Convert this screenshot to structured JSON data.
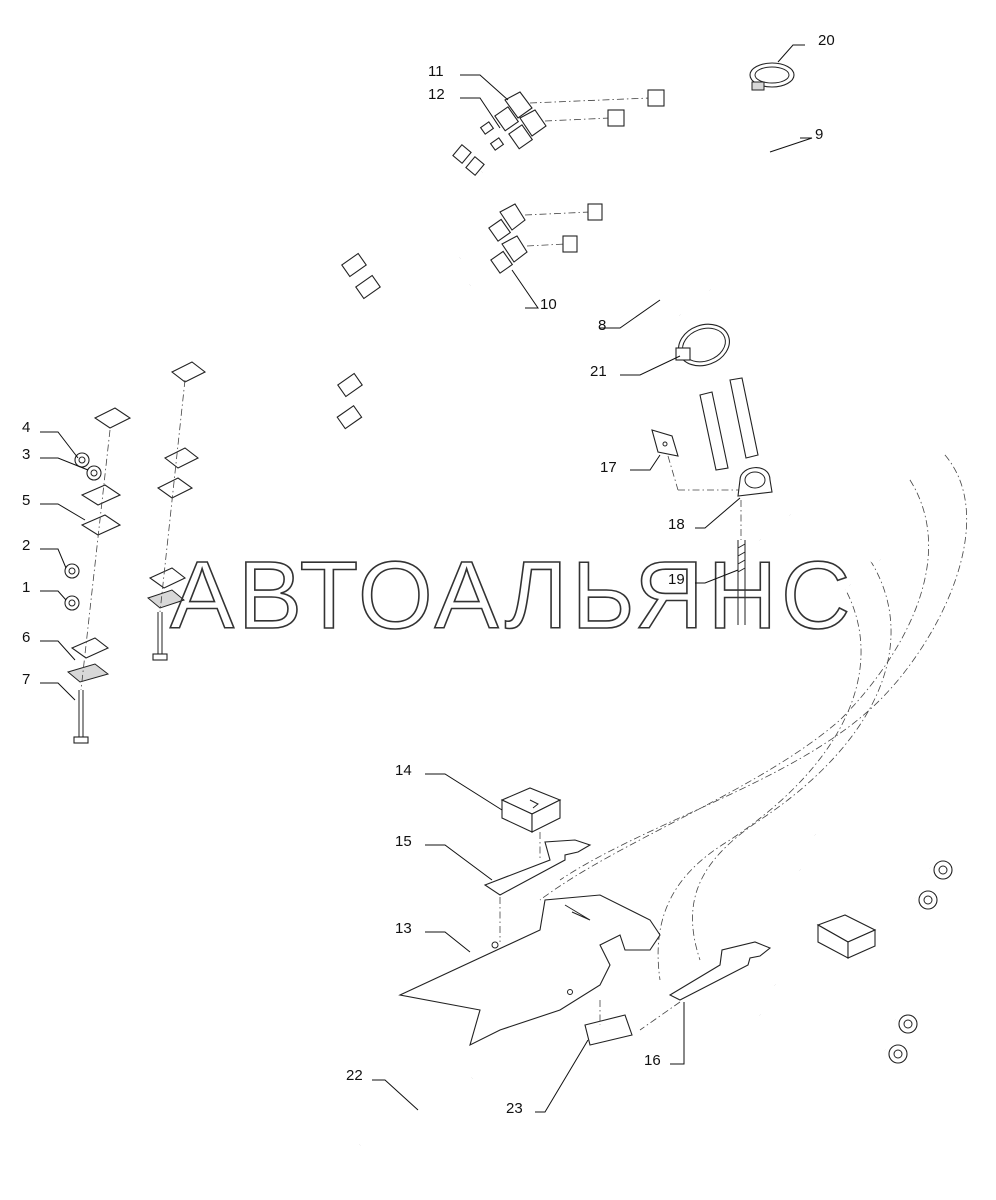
{
  "watermark": "АВТОАЛЬЯНС",
  "callouts": {
    "c1": "1",
    "c2": "2",
    "c3": "3",
    "c4": "4",
    "c5": "5",
    "c6": "6",
    "c7": "7",
    "c8": "8",
    "c9": "9",
    "c10": "10",
    "c11": "11",
    "c12": "12",
    "c13": "13",
    "c14": "14",
    "c15": "15",
    "c16": "16",
    "c17": "17",
    "c18": "18",
    "c19": "19",
    "c20": "20",
    "c21": "21",
    "c22": "22",
    "c23": "23"
  }
}
